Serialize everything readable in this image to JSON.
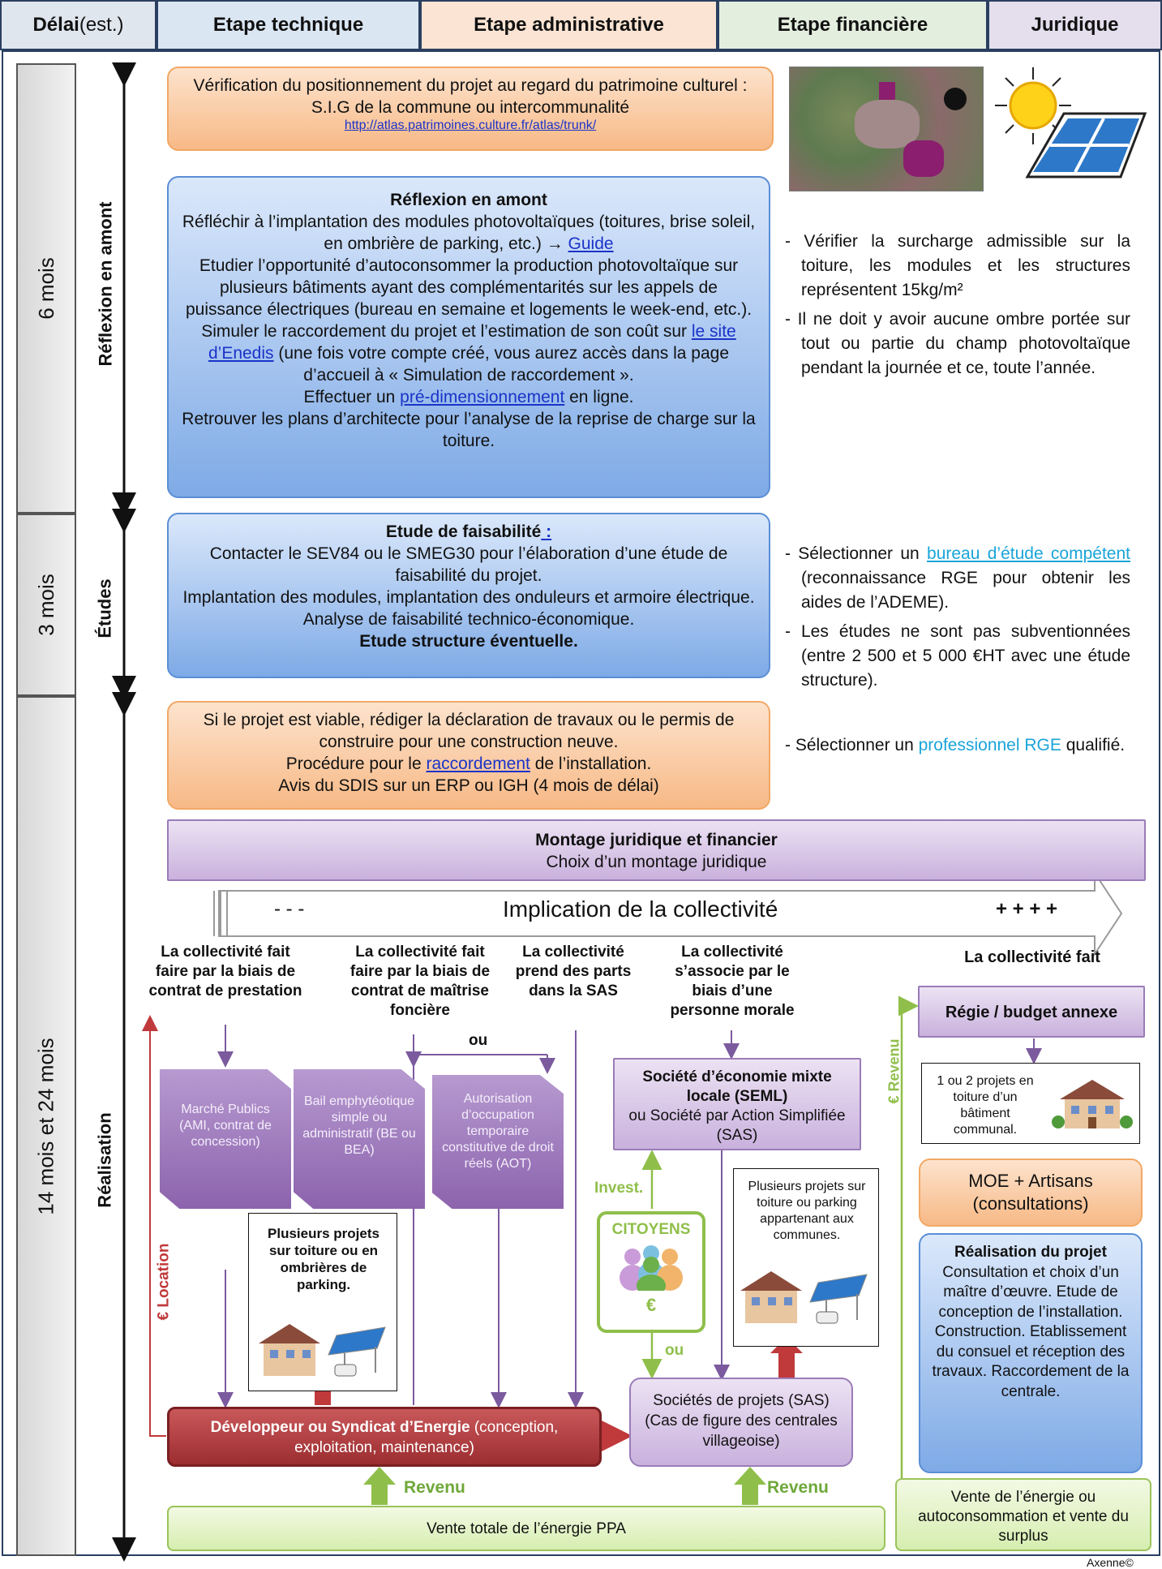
{
  "header": {
    "delai_bold": "Délai",
    "delai_rest": " (est.)",
    "col_technique": "Etape technique",
    "col_admin": "Etape administrative",
    "col_financiere": "Etape financière",
    "col_juridique": "Juridique"
  },
  "phases": {
    "p1_duration": "6 mois",
    "p1_label": "Réflexion en amont",
    "p2_duration": "3 mois",
    "p2_label": "Études",
    "p3_duration": "14 mois et 24 mois",
    "p3_label": "Réalisation"
  },
  "box_verif": {
    "line1": "Vérification du positionnement du projet au regard du patrimoine culturel : S.I.G de la commune ou intercommunalité",
    "link": "http://atlas.patrimoines.culture.fr/atlas/trunk/"
  },
  "box_reflexion": {
    "title": "Réflexion en amont",
    "t1": "Réfléchir à l’implantation des modules photovoltaïques (toitures, brise soleil, en ombrière de parking, etc.) → ",
    "t1_link": "Guide",
    "t2": "Etudier l’opportunité d’autoconsommer la production photovoltaïque sur plusieurs bâtiments ayant des complémentarités sur les appels de puissance électriques (bureau en semaine et logements le week-end, etc.).",
    "t3a": "Simuler le raccordement du projet et l’estimation de son coût sur ",
    "t3_link": "le site d’Enedis",
    "t3b": " (une fois votre compte créé, vous aurez accès dans la page d’accueil à « Simulation de raccordement ».",
    "t4a": "Effectuer un ",
    "t4_link": "pré-dimensionnement",
    "t4b": " en ligne.",
    "t5": "Retrouver les plans d’architecte pour l’analyse de la reprise de charge sur la toiture."
  },
  "notes_reflexion": {
    "n1": "- Vérifier la surcharge admissible sur la toiture, les modules et les structures représentent 15kg/m²",
    "n2": "- Il ne doit y avoir aucune ombre portée sur tout ou partie du champ photovoltaïque pendant la journée et ce, toute l’année."
  },
  "box_faisabilite": {
    "title": "Etude de faisabilité",
    "title_link": " :",
    "t1": "Contacter le SEV84 ou le SMEG30 pour l’élaboration d’une étude de faisabilité du projet.",
    "t2": "Implantation des modules, implantation des onduleurs et armoire électrique.",
    "t3": "Analyse de faisabilité technico-économique.",
    "t4": "Etude structure éventuelle."
  },
  "notes_etudes": {
    "n1a": "- Sélectionner un ",
    "n1_link": "bureau d’étude compétent",
    "n1b": " (reconnaissance RGE pour obtenir les aides de l’ADEME).",
    "n2": "- Les études ne sont pas subventionnées (entre 2 500 et 5 000 €HT avec une étude structure)."
  },
  "box_permis": {
    "t1": "Si le projet est viable, rédiger la déclaration de travaux ou le permis de construire pour une construction neuve.",
    "t2a": "Procédure pour le ",
    "t2_link": "raccordement",
    "t2b": " de l’installation.",
    "t3": "Avis du SDIS sur un ERP ou IGH (4 mois de délai)"
  },
  "notes_realisation": {
    "n1a": "- Sélectionner un ",
    "n1_link": "professionnel RGE",
    "n1b": " qualifié."
  },
  "box_montage": {
    "title": "Montage juridique et financier",
    "sub": "Choix d’un montage juridique"
  },
  "implication": {
    "left": "- - -",
    "center": "Implication de la collectivité",
    "right": "+ + + +"
  },
  "categories": {
    "c1": "La collectivité fait faire par la biais de contrat de prestation",
    "c2": "La collectivité fait faire par la biais de contrat de maîtrise foncière",
    "c3": "La collectivité prend des parts dans la SAS",
    "c4": "La collectivité s’associe par le biais d’une personne morale",
    "c5": "La collectivité fait"
  },
  "ou1": "ou",
  "docs": {
    "d1": "Marché Publics (AMI, contrat de concession)",
    "d2": "Bail emphytéotique simple ou administratif (BE ou BEA)",
    "d3": "Autorisation d’occupation temporaire constitutive de droit réels (AOT)"
  },
  "box_seml": {
    "title": "Société d’économie mixte locale (SEML)",
    "sub": "ou Société par Action Simplifiée (SAS)"
  },
  "box_regie": "Régie / budget annexe",
  "box_1ou2": "1 ou 2 projets en toiture d’un bâtiment communal.",
  "box_moe": "MOE + Artisans (consultations)",
  "box_realisation": {
    "title": "Réalisation du projet",
    "body": "Consultation et choix d’un maître d’œuvre. Etude de conception de l’installation. Construction. Etablissement du consuel et réception des travaux. Raccordement de la centrale."
  },
  "box_plusieurs1": "Plusieurs projets sur toiture ou en ombrières de parking.",
  "box_plusieurs2": "Plusieurs projets sur toiture ou parking appartenant aux communes.",
  "citoyens": {
    "label": "CITOYENS",
    "euro": "€",
    "invest": "Invest.",
    "ou": "ou"
  },
  "box_developpeur": {
    "bold": "Développeur ou Syndicat d’Energie",
    "rest": " (conception, exploitation, maintenance)"
  },
  "box_societes": "Sociétés de projets (SAS) (Cas de figure des centrales villageoise)",
  "box_vente_totale": "Vente totale de l’énergie PPA",
  "box_vente_auto": "Vente de l’énergie ou autoconsommation et vente du surplus",
  "revenu1": "Revenu",
  "revenu2": "Revenu",
  "revenu_side": "€ Revenu",
  "location": "€ Location",
  "credit": "Axenne©"
}
